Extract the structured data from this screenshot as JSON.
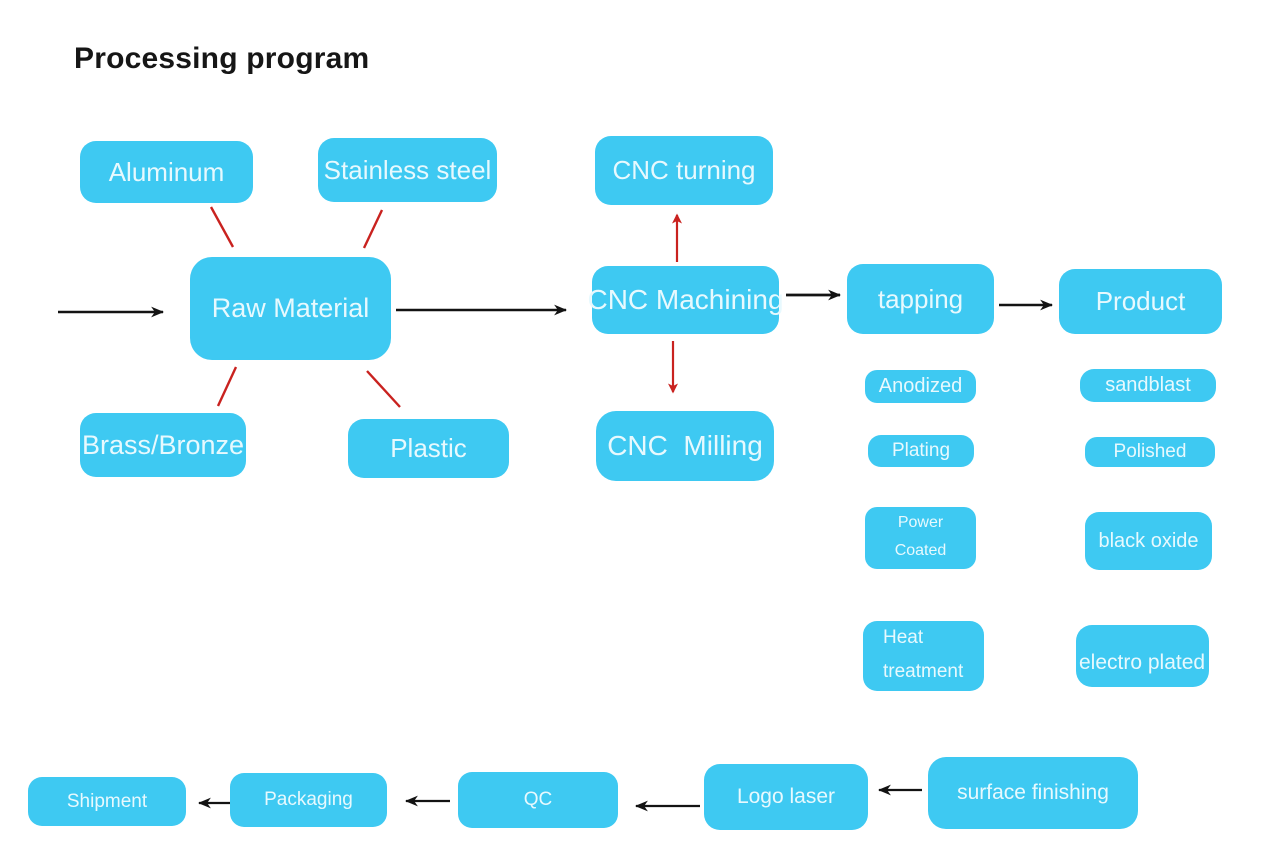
{
  "title": "Processing program",
  "colors": {
    "box_fill": "#3ec9f2",
    "box_text": "#e7f9fe",
    "title_text": "#161616",
    "connector_black": "#131313",
    "connector_red": "#c9221f",
    "background": "#ffffff"
  },
  "nodes": {
    "aluminum": {
      "label": "Aluminum"
    },
    "stainless_steel": {
      "label": "Stainless steel"
    },
    "cnc_turning": {
      "label": "CNC turning"
    },
    "raw_material": {
      "label": "Raw Material"
    },
    "cnc_machining": {
      "label": "CNC Machining"
    },
    "tapping": {
      "label": "tapping"
    },
    "product": {
      "label": "Product"
    },
    "brass_bronze": {
      "label": "Brass/Bronze"
    },
    "plastic": {
      "label": "Plastic"
    },
    "cnc_milling": {
      "label": "CNC  Milling"
    },
    "anodized": {
      "label": "Anodized"
    },
    "sandblast": {
      "label": "sandblast"
    },
    "plating": {
      "label": "Plating"
    },
    "polished": {
      "label": "Polished"
    },
    "power_coated": {
      "line1": "Power",
      "line2": "Coated"
    },
    "black_oxide": {
      "label": "black oxide"
    },
    "heat_treatment": {
      "line1": "Heat",
      "line2": "treatment"
    },
    "electro_plated": {
      "label": "electro plated"
    },
    "shipment": {
      "label": "Shipment"
    },
    "packaging": {
      "label": "Packaging"
    },
    "qc": {
      "label": "QC"
    },
    "logo_laser": {
      "label": "Logo laser"
    },
    "surface_finishing": {
      "label": "surface finishing"
    }
  }
}
